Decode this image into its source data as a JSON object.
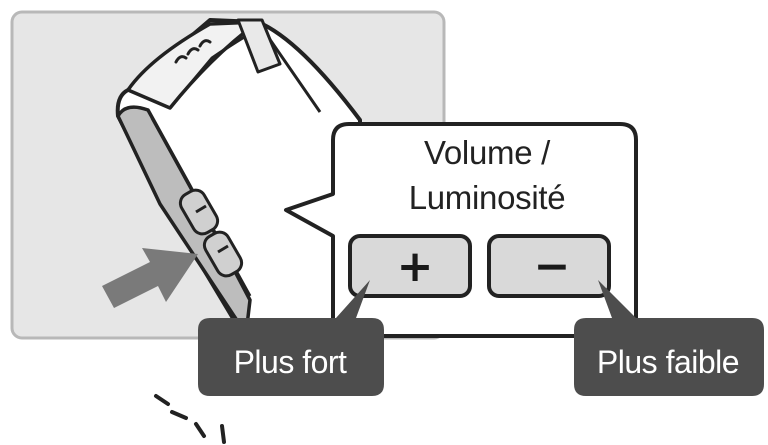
{
  "callout": {
    "title_line1": "Volume /",
    "title_line2": "Luminosité"
  },
  "buttons": {
    "plus_symbol": "+",
    "minus_symbol": "−"
  },
  "labels": {
    "louder": "Plus fort",
    "softer": "Plus faible"
  },
  "colors": {
    "panel_bg": "#e6e6e6",
    "button_fill": "#d9d9d9",
    "label_bg": "#4d4d4d",
    "outline": "#222222",
    "arrow": "#7a7a7a"
  },
  "icons": {
    "pointer": "arrow-icon",
    "press": "press-lines-icon"
  }
}
